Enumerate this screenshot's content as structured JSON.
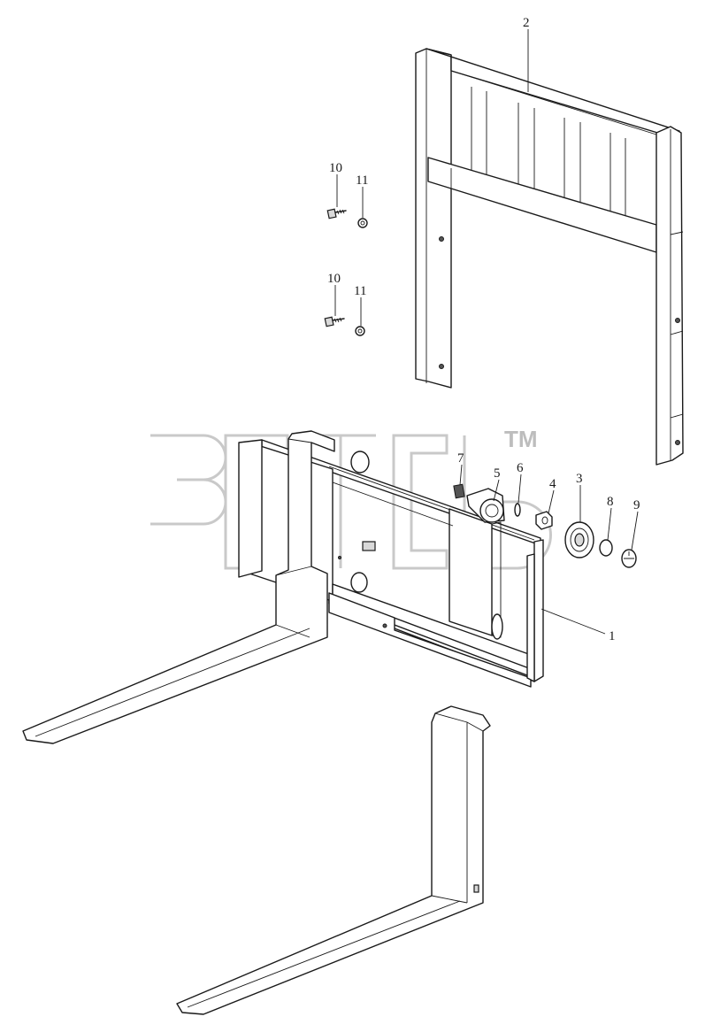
{
  "diagram": {
    "type": "exploded parts view",
    "callouts": [
      "1",
      "2",
      "3",
      "4",
      "5",
      "6",
      "7",
      "8",
      "9",
      "10",
      "11",
      "10",
      "11"
    ]
  },
  "watermark": {
    "tm": "TM",
    "color": "#c9c9c9"
  }
}
